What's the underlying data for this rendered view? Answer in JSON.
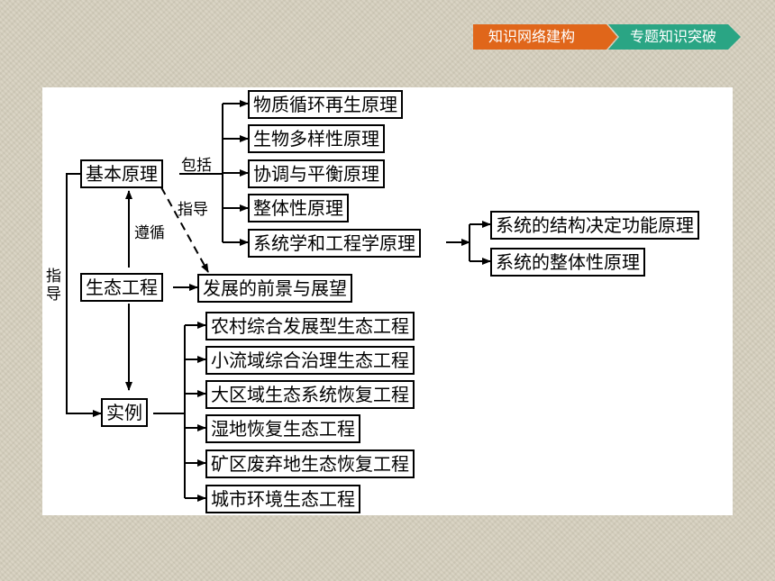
{
  "header": {
    "tab_knowledge": "知识网络建构",
    "tab_breakthrough": "专题知识突破"
  },
  "diagram": {
    "basic_principles": "基本原理",
    "eco_engineering": "生态工程",
    "examples": "实例",
    "edge_include": "包括",
    "edge_guide": "指导",
    "edge_follow": "遵循",
    "edge_guide_vertical": "指导",
    "principles": [
      "物质循环再生原理",
      "生物多样性原理",
      "协调与平衡原理",
      "整体性原理",
      "系统学和工程学原理"
    ],
    "system_subprinciples": [
      "系统的结构决定功能原理",
      "系统的整体性原理"
    ],
    "prospects": "发展的前景与展望",
    "example_items": [
      "农村综合发展型生态工程",
      "小流域综合治理生态工程",
      "大区域生态系统恢复工程",
      "湿地恢复生态工程",
      "矿区废弃地生态恢复工程",
      "城市环境生态工程"
    ]
  }
}
